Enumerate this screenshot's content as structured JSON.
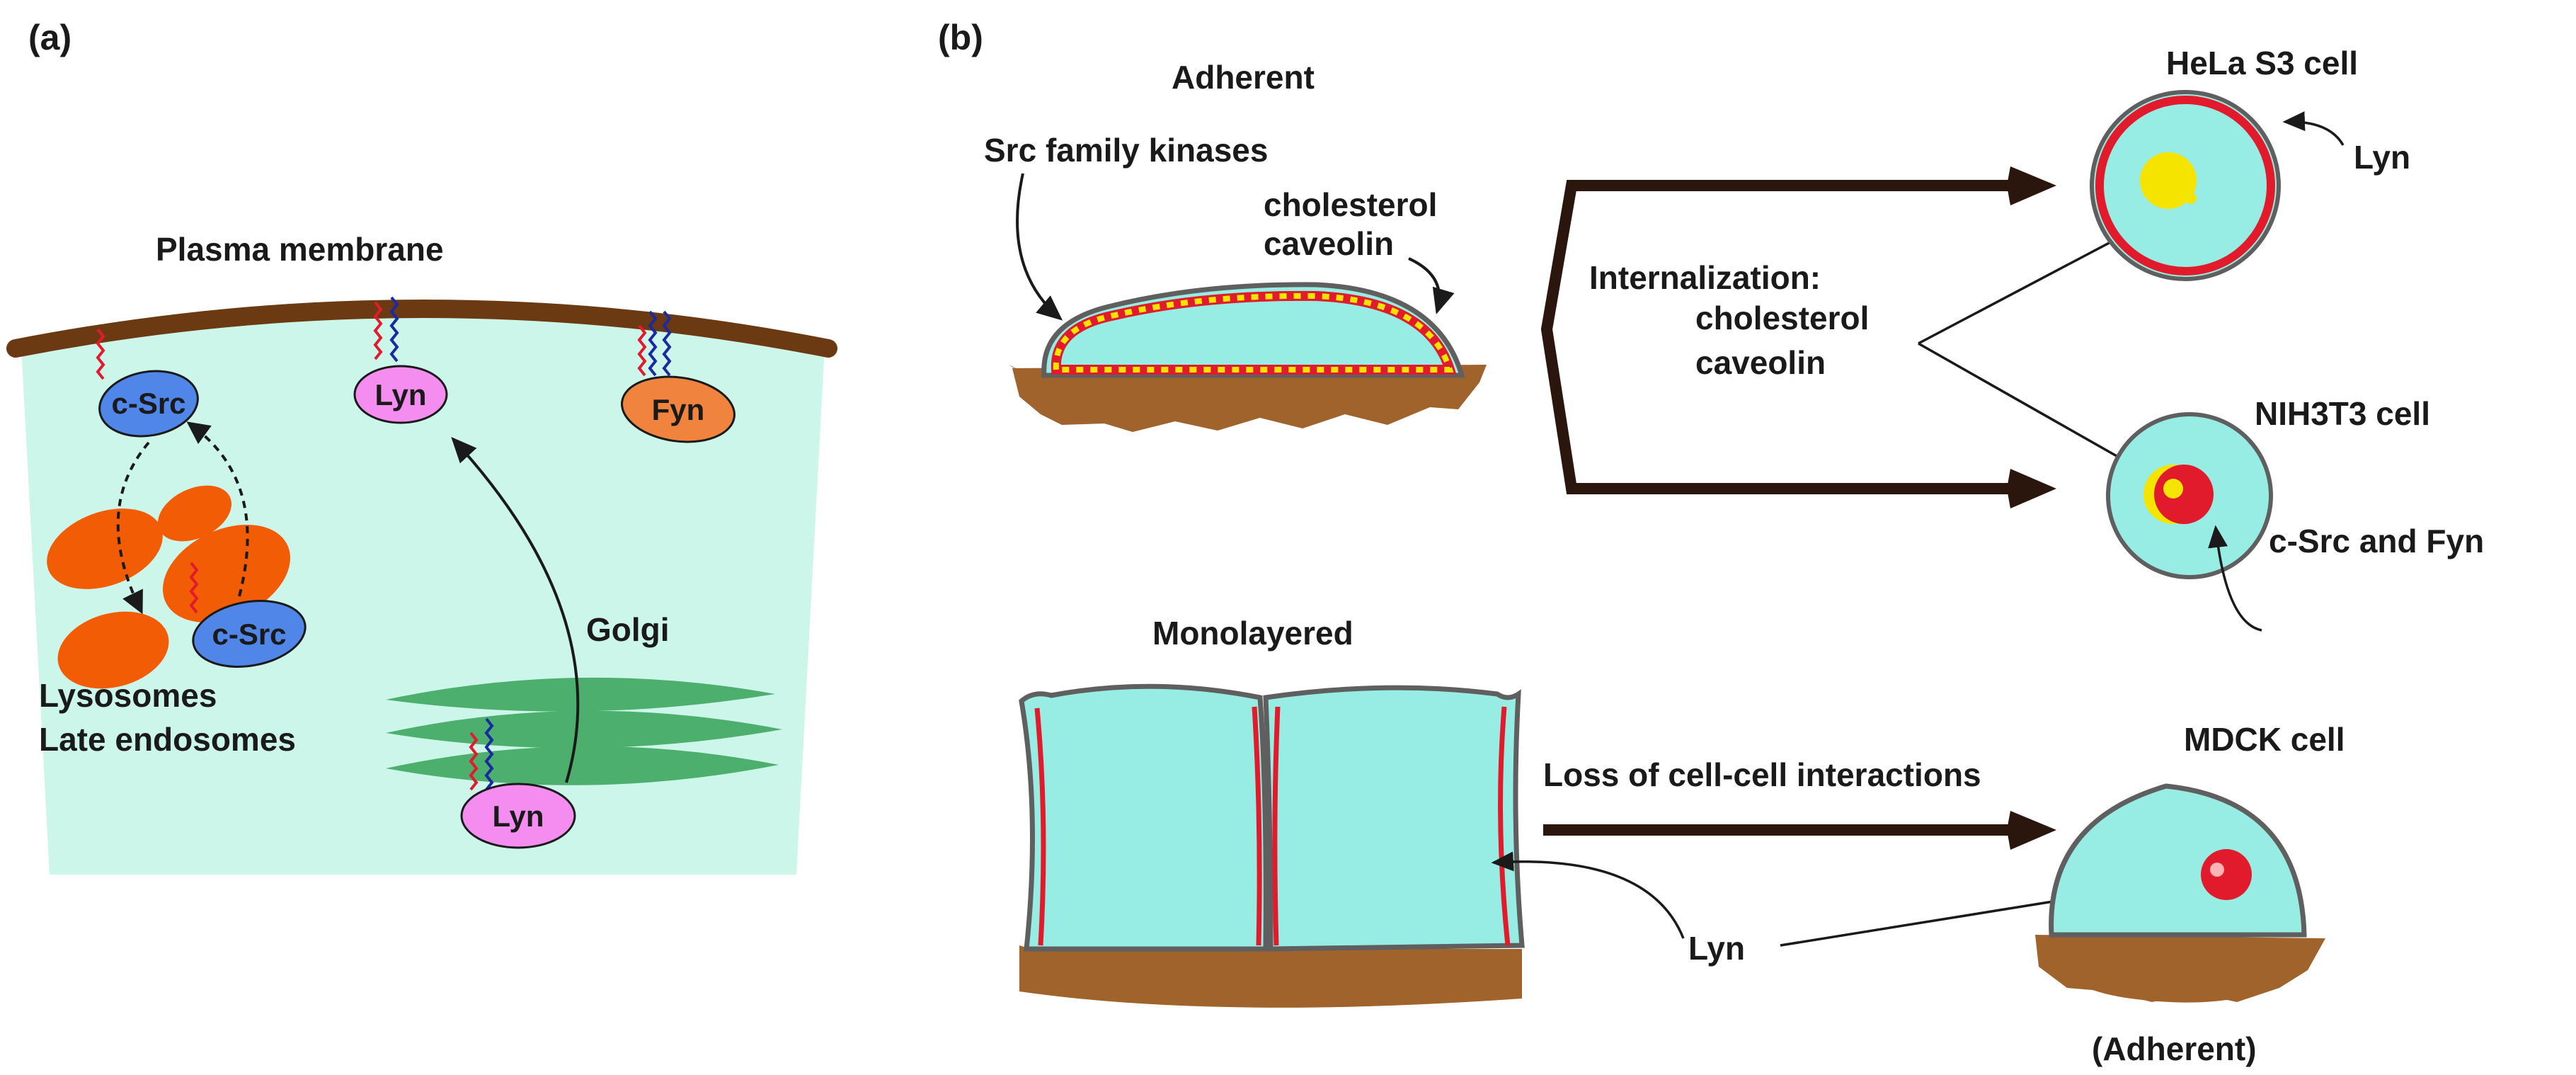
{
  "panel_a": {
    "label": "(a)",
    "plasma_membrane": "Plasma membrane",
    "lysosomes": "Lysosomes",
    "late_endosomes": "Late endosomes",
    "golgi": "Golgi",
    "csrc_top": "c-Src",
    "csrc_bottom": "c-Src",
    "lyn_top": "Lyn",
    "fyn": "Fyn",
    "lyn_golgi": "Lyn"
  },
  "panel_b": {
    "label": "(b)",
    "adherent": "Adherent",
    "src_family": "Src family kinases",
    "cholesterol": "cholesterol",
    "caveolin": "caveolin",
    "internalization": "Internalization:",
    "int_cholesterol": "cholesterol",
    "int_caveolin": "caveolin",
    "hela": "HeLa S3 cell",
    "lyn_hela": "Lyn",
    "nih": "NIH3T3 cell",
    "csrc_fyn": "c-Src and Fyn",
    "monolayered": "Monolayered",
    "loss": "Loss of cell-cell interactions",
    "lyn_mono": "Lyn",
    "mdck": "MDCK cell",
    "adherent_paren": "(Adherent)"
  },
  "colors": {
    "cytoplasm_light": "#cdf6ea",
    "cell_cyan": "#97ede3",
    "membrane_brown": "#6b3a12",
    "substrate_brown": "#a0632c",
    "lysosome_orange": "#f25c05",
    "golgi_green": "#4caf6e",
    "csrc_blue": "#4f86e8",
    "lyn_pink": "#f58cf0",
    "fyn_orange": "#f0833e",
    "lipid_red": "#e21b2c",
    "lipid_blue": "#1b2a9e",
    "caveolae_yellow": "#f5e400",
    "outline_gray": "#5f5f5f",
    "arrow_dark": "#2a160c"
  }
}
